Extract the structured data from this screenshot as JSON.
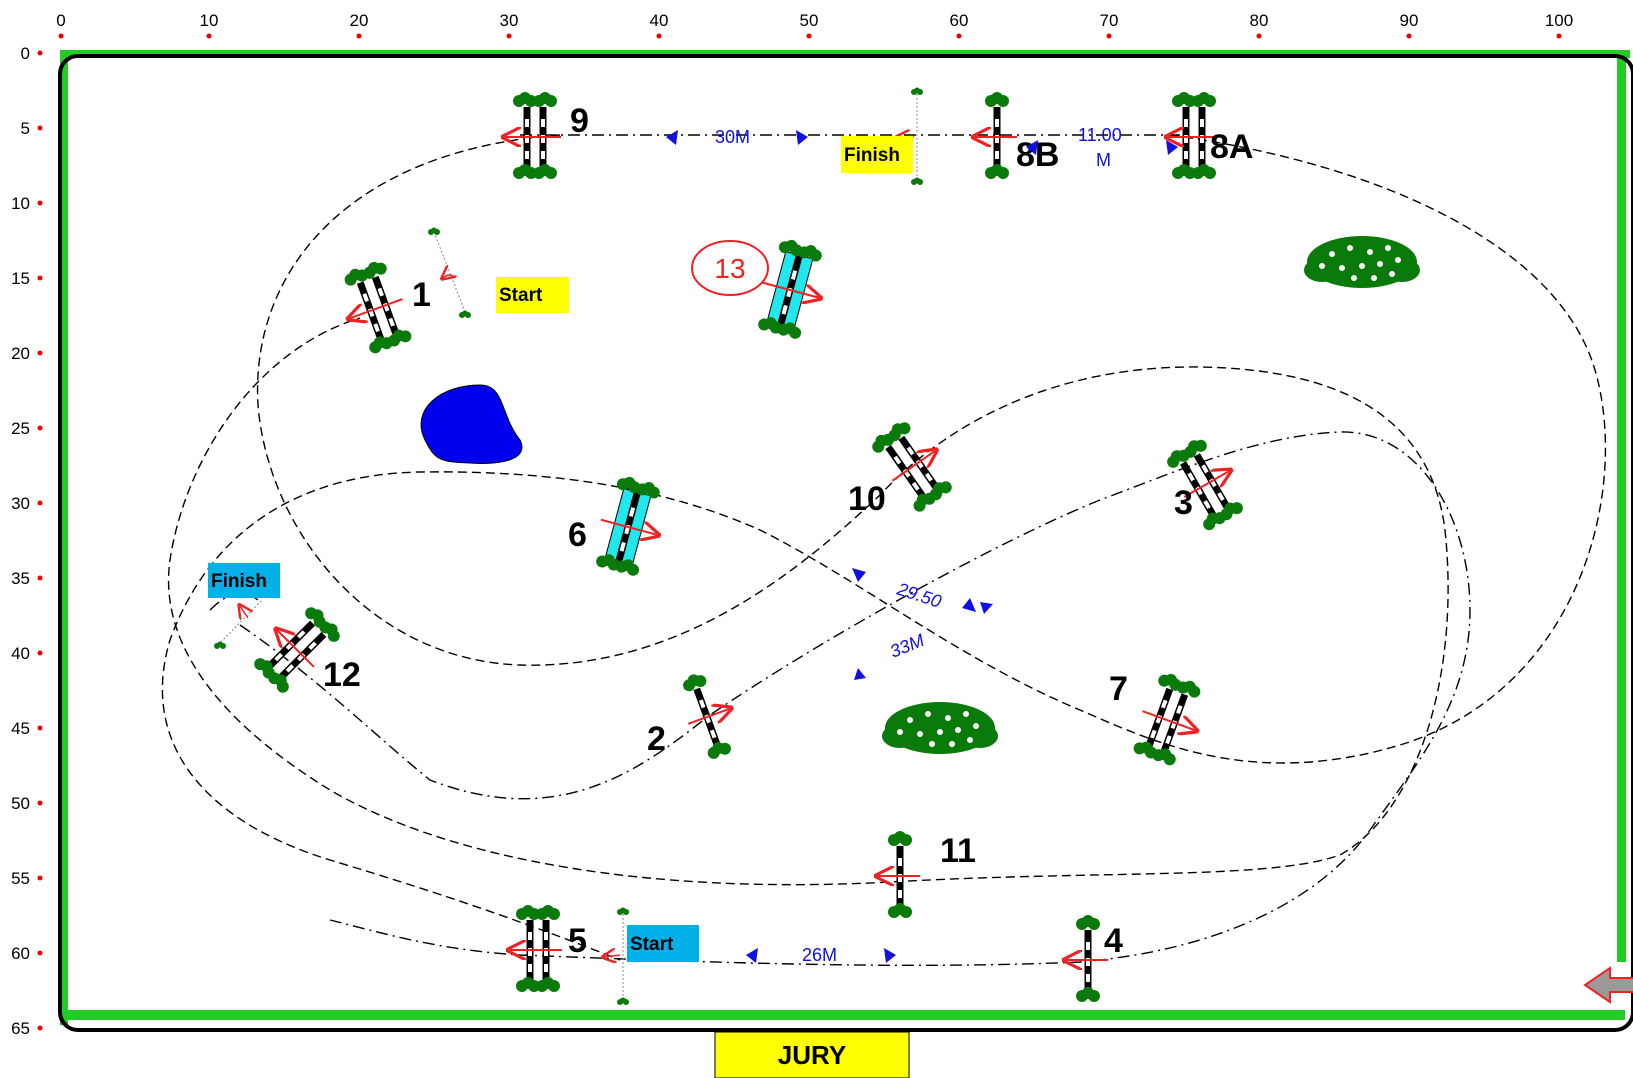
{
  "scale": {
    "x_ticks": [
      "0",
      "10",
      "20",
      "30",
      "40",
      "50",
      "60",
      "70",
      "80",
      "90",
      "100"
    ],
    "y_ticks": [
      "0",
      "5",
      "10",
      "15",
      "20",
      "25",
      "30",
      "35",
      "40",
      "45",
      "50",
      "55",
      "60",
      "65"
    ]
  },
  "labels": {
    "start_yellow": "Start",
    "finish_yellow": "Finish",
    "start_blue": "Start",
    "finish_blue": "Finish",
    "jury": "JURY"
  },
  "distances": {
    "d_30m": "30M",
    "d_11_top": "11.00",
    "d_11_bottom": "M",
    "d_26m": "26M",
    "d_29_50": "29.50",
    "d_33m": "33M"
  },
  "obstacles": {
    "n1": "1",
    "n2": "2",
    "n3": "3",
    "n4": "4",
    "n5": "5",
    "n6": "6",
    "n7": "7",
    "n8a": "8A",
    "n8b": "8B",
    "n9": "9",
    "n10": "10",
    "n11": "11",
    "n12": "12",
    "n13": "13"
  },
  "colors": {
    "fence": "#22cc22",
    "yellow": "#ffff00",
    "blue": "#00b0e8",
    "water": "#0000ee",
    "cyan": "#22e8ee",
    "tree": "#0a7a0a",
    "arrow_red": "#ee2222",
    "arrow_blue": "#1010e0"
  }
}
